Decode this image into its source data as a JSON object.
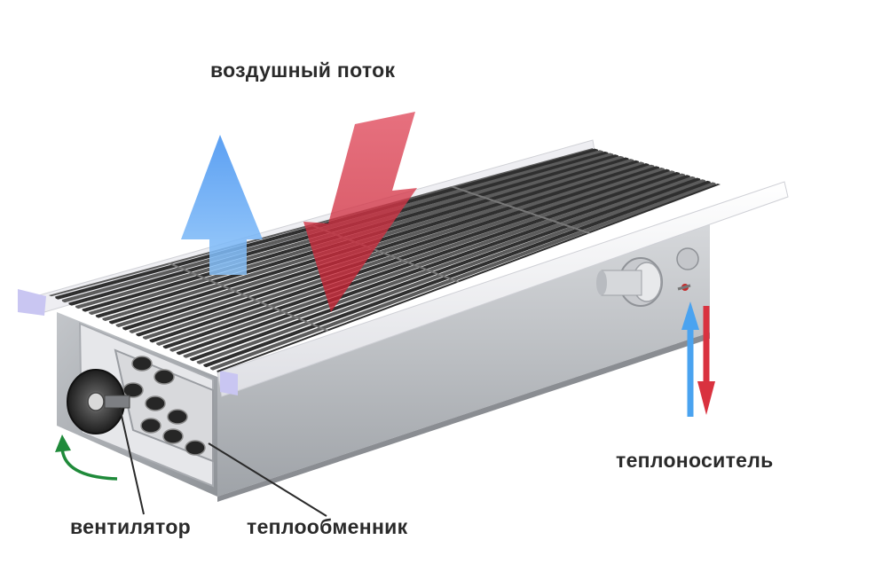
{
  "labels": {
    "airflow": "воздушный поток",
    "coolant": "теплоноситель",
    "fan": "вентилятор",
    "heat_exchanger": "теплообменник"
  },
  "colors": {
    "cold_arrow": "#4aa3f0",
    "hot_arrow": "#d9323f",
    "rotation_arrow": "#1f8a3a",
    "body_grey": "#b9bcc0",
    "grille_dark": "#3a3a3a",
    "trim_white": "#f4f4f6",
    "end_cap": "#c9c6f2"
  },
  "icons": {
    "cold_air": "up-arrow-icon",
    "warm_air": "down-arrow-icon",
    "rotation": "curved-arrow-icon"
  }
}
